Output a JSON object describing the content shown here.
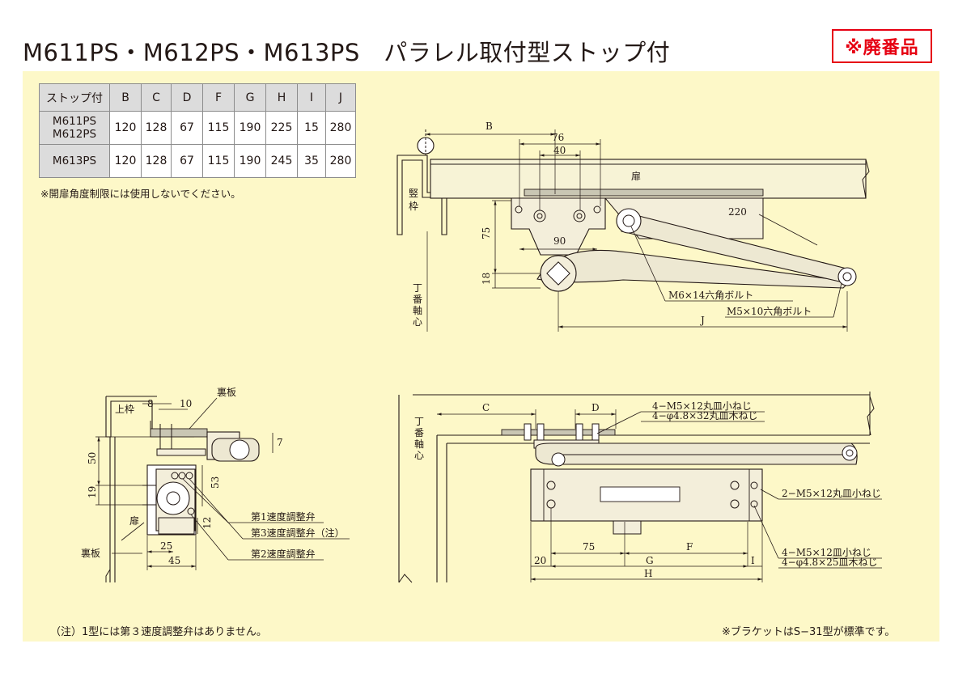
{
  "title": "M611PS・M612PS・M613PS　パラレル取付型ストップ付",
  "badge": "※廃番品",
  "table": {
    "headers": [
      "ストップ付",
      "B",
      "C",
      "D",
      "F",
      "G",
      "H",
      "I",
      "J"
    ],
    "rows": [
      {
        "model_line1": "M611PS",
        "model_line2": "M612PS",
        "values": [
          "120",
          "128",
          "67",
          "115",
          "190",
          "225",
          "15",
          "280"
        ]
      },
      {
        "model_line1": "M613PS",
        "model_line2": "",
        "values": [
          "120",
          "128",
          "67",
          "115",
          "190",
          "245",
          "35",
          "280"
        ]
      }
    ]
  },
  "notes": {
    "open_angle": "※開扉角度制限には使用しないでください。",
    "footnote": "（注）1型には第３速度調整弁はありません。",
    "bracket": "※ブラケットはS−31型が標準です。"
  },
  "top_view": {
    "dim_B": "B",
    "dim_76": "76",
    "dim_40": "40",
    "door": "扉",
    "dim_220": "220",
    "frame_v": [
      "竪",
      "枠"
    ],
    "dim_75": "75",
    "dim_90": "90",
    "dim_18": "18",
    "hinge_axis": [
      "丁",
      "番",
      "軸",
      "心"
    ],
    "bolt_m6": "M6×14六角ボルト",
    "bolt_m5": "M5×10六角ボルト",
    "dim_J": "J"
  },
  "side_view": {
    "top_frame": "上枠",
    "dim_8": "8",
    "dim_10": "10",
    "back_plate_top": "裏板",
    "dim_7": "7",
    "dim_50": "50",
    "dim_19": "19",
    "dim_53": "53",
    "dim_12": "12",
    "door": "扉",
    "back_plate": "裏板",
    "dim_25": "25",
    "dim_45": "45",
    "valve1": "第1速度調整弁",
    "valve3": "第3速度調整弁（注）",
    "valve2": "第2速度調整弁"
  },
  "front_view": {
    "hinge_axis": [
      "丁",
      "番",
      "軸",
      "心"
    ],
    "dim_C": "C",
    "dim_D": "D",
    "screw1": "4−M5×12丸皿小ねじ",
    "screw2": "4−φ4.8×32丸皿木ねじ",
    "screw3": "2−M5×12丸皿小ねじ",
    "dim_75": "75",
    "dim_F": "F",
    "dim_20": "20",
    "dim_G": "G",
    "dim_I": "I",
    "dim_H": "H",
    "screw4": "4−M5×12皿小ねじ",
    "screw5": "4−φ4.8×25皿木ねじ"
  }
}
